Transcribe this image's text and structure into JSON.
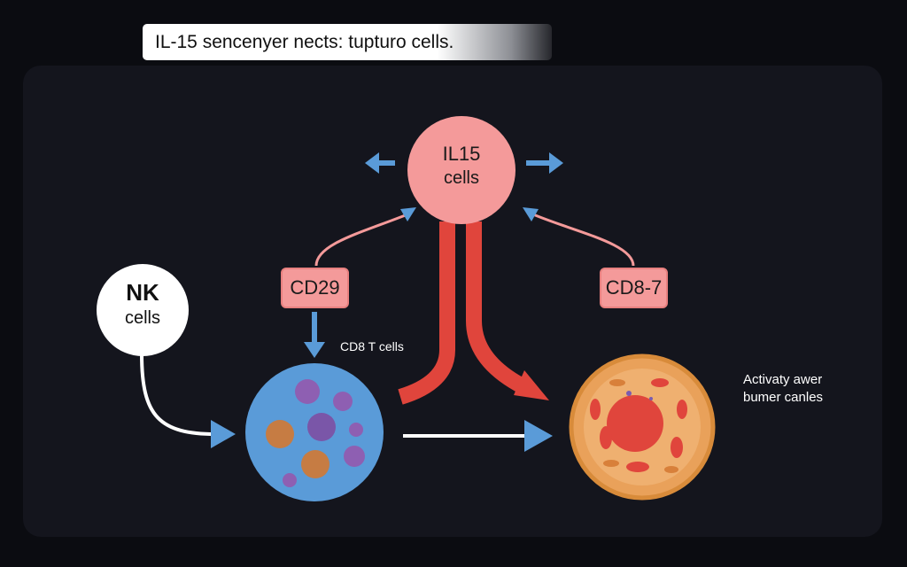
{
  "title": "IL-15 sencenyer nects: tupturo cells.",
  "nodes": {
    "il15": {
      "line1": "IL15",
      "line2": "cells"
    },
    "nk": {
      "line1": "NK",
      "line2": "cells"
    },
    "cd29": {
      "label": "CD29"
    },
    "cd87": {
      "label": "CD8-7"
    },
    "cd8": {
      "label": "CD8 T cells"
    },
    "tumor": {
      "line1": "Activaty awer",
      "line2": "bumer canles"
    }
  },
  "colors": {
    "background": "#0b0c11",
    "panel": "#14151d",
    "il15_fill": "#f49a9a",
    "tag_fill": "#f49a9a",
    "arrow_blue": "#5a9bd8",
    "arrow_red": "#e0453c",
    "arrow_white": "#ffffff",
    "cd8_cell": "#5a9bd8",
    "tumor_cell": "#e9a15a"
  }
}
